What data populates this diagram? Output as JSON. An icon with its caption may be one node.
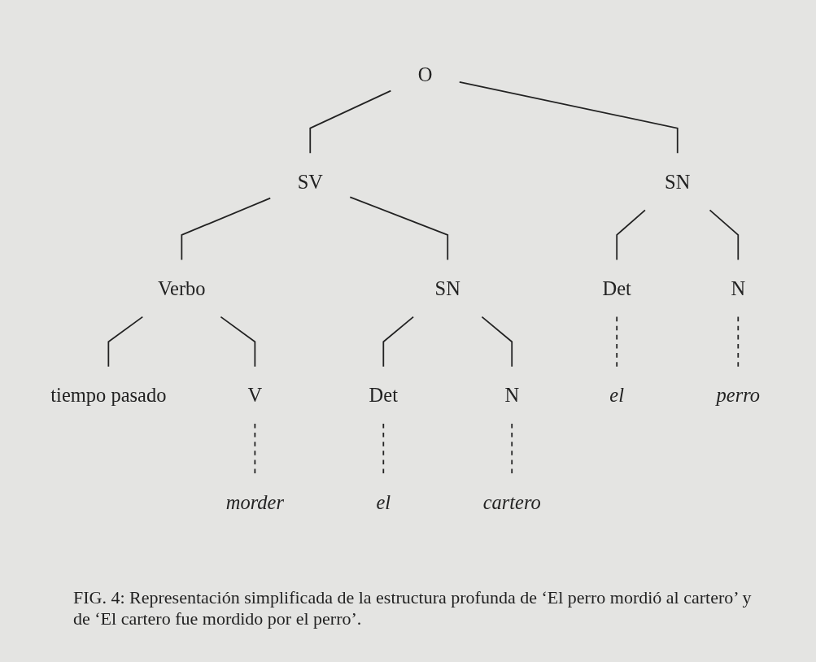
{
  "diagram": {
    "caption": "FIG. 4: Representación simplificada de la estructura profunda de ‘El perro mordió al cartero’ y de ‘El cartero fue mordido por el perro’.",
    "nodes": [
      {
        "text": [
          "O"
        ]
      },
      {
        "text": [
          "SN"
        ]
      },
      {
        "text": [
          "SV"
        ]
      },
      {
        "text": [
          "Det"
        ]
      },
      {
        "text": [
          "N"
        ]
      },
      {
        "text": [
          "Verbo"
        ]
      },
      {
        "text": [
          "SN"
        ]
      },
      {
        "text": [
          "tiempo pasado"
        ]
      },
      {
        "text": [
          "V"
        ]
      },
      {
        "text": [
          "Det"
        ]
      },
      {
        "text": [
          "N"
        ]
      },
      {
        "text": [
          "el"
        ]
      },
      {
        "text": [
          "perro"
        ]
      },
      {
        "text": [
          "morder"
        ]
      },
      {
        "text": [
          "el"
        ]
      },
      {
        "text": [
          "cartero"
        ]
      }
    ],
    "edges": [
      {
        "from": 0,
        "to": 1,
        "arrow": "none"
      },
      {
        "from": 0,
        "to": 2,
        "arrow": "none"
      },
      {
        "from": 1,
        "to": 3,
        "arrow": "none"
      },
      {
        "from": 1,
        "to": 4,
        "arrow": "none"
      },
      {
        "from": 2,
        "to": 5,
        "arrow": "none"
      },
      {
        "from": 2,
        "to": 6,
        "arrow": "none"
      },
      {
        "from": 5,
        "to": 7,
        "arrow": "none"
      },
      {
        "from": 5,
        "to": 8,
        "arrow": "none"
      },
      {
        "from": 6,
        "to": 9,
        "arrow": "none"
      },
      {
        "from": 6,
        "to": 10,
        "arrow": "none"
      },
      {
        "from": 3,
        "to": 11,
        "arrow": "none",
        "style": "dashed"
      },
      {
        "from": 4,
        "to": 12,
        "arrow": "none",
        "style": "dashed"
      },
      {
        "from": 8,
        "to": 13,
        "arrow": "none",
        "style": "dashed"
      },
      {
        "from": 9,
        "to": 14,
        "arrow": "none",
        "style": "dashed"
      },
      {
        "from": 10,
        "to": 15,
        "arrow": "none",
        "style": "dashed"
      }
    ]
  }
}
